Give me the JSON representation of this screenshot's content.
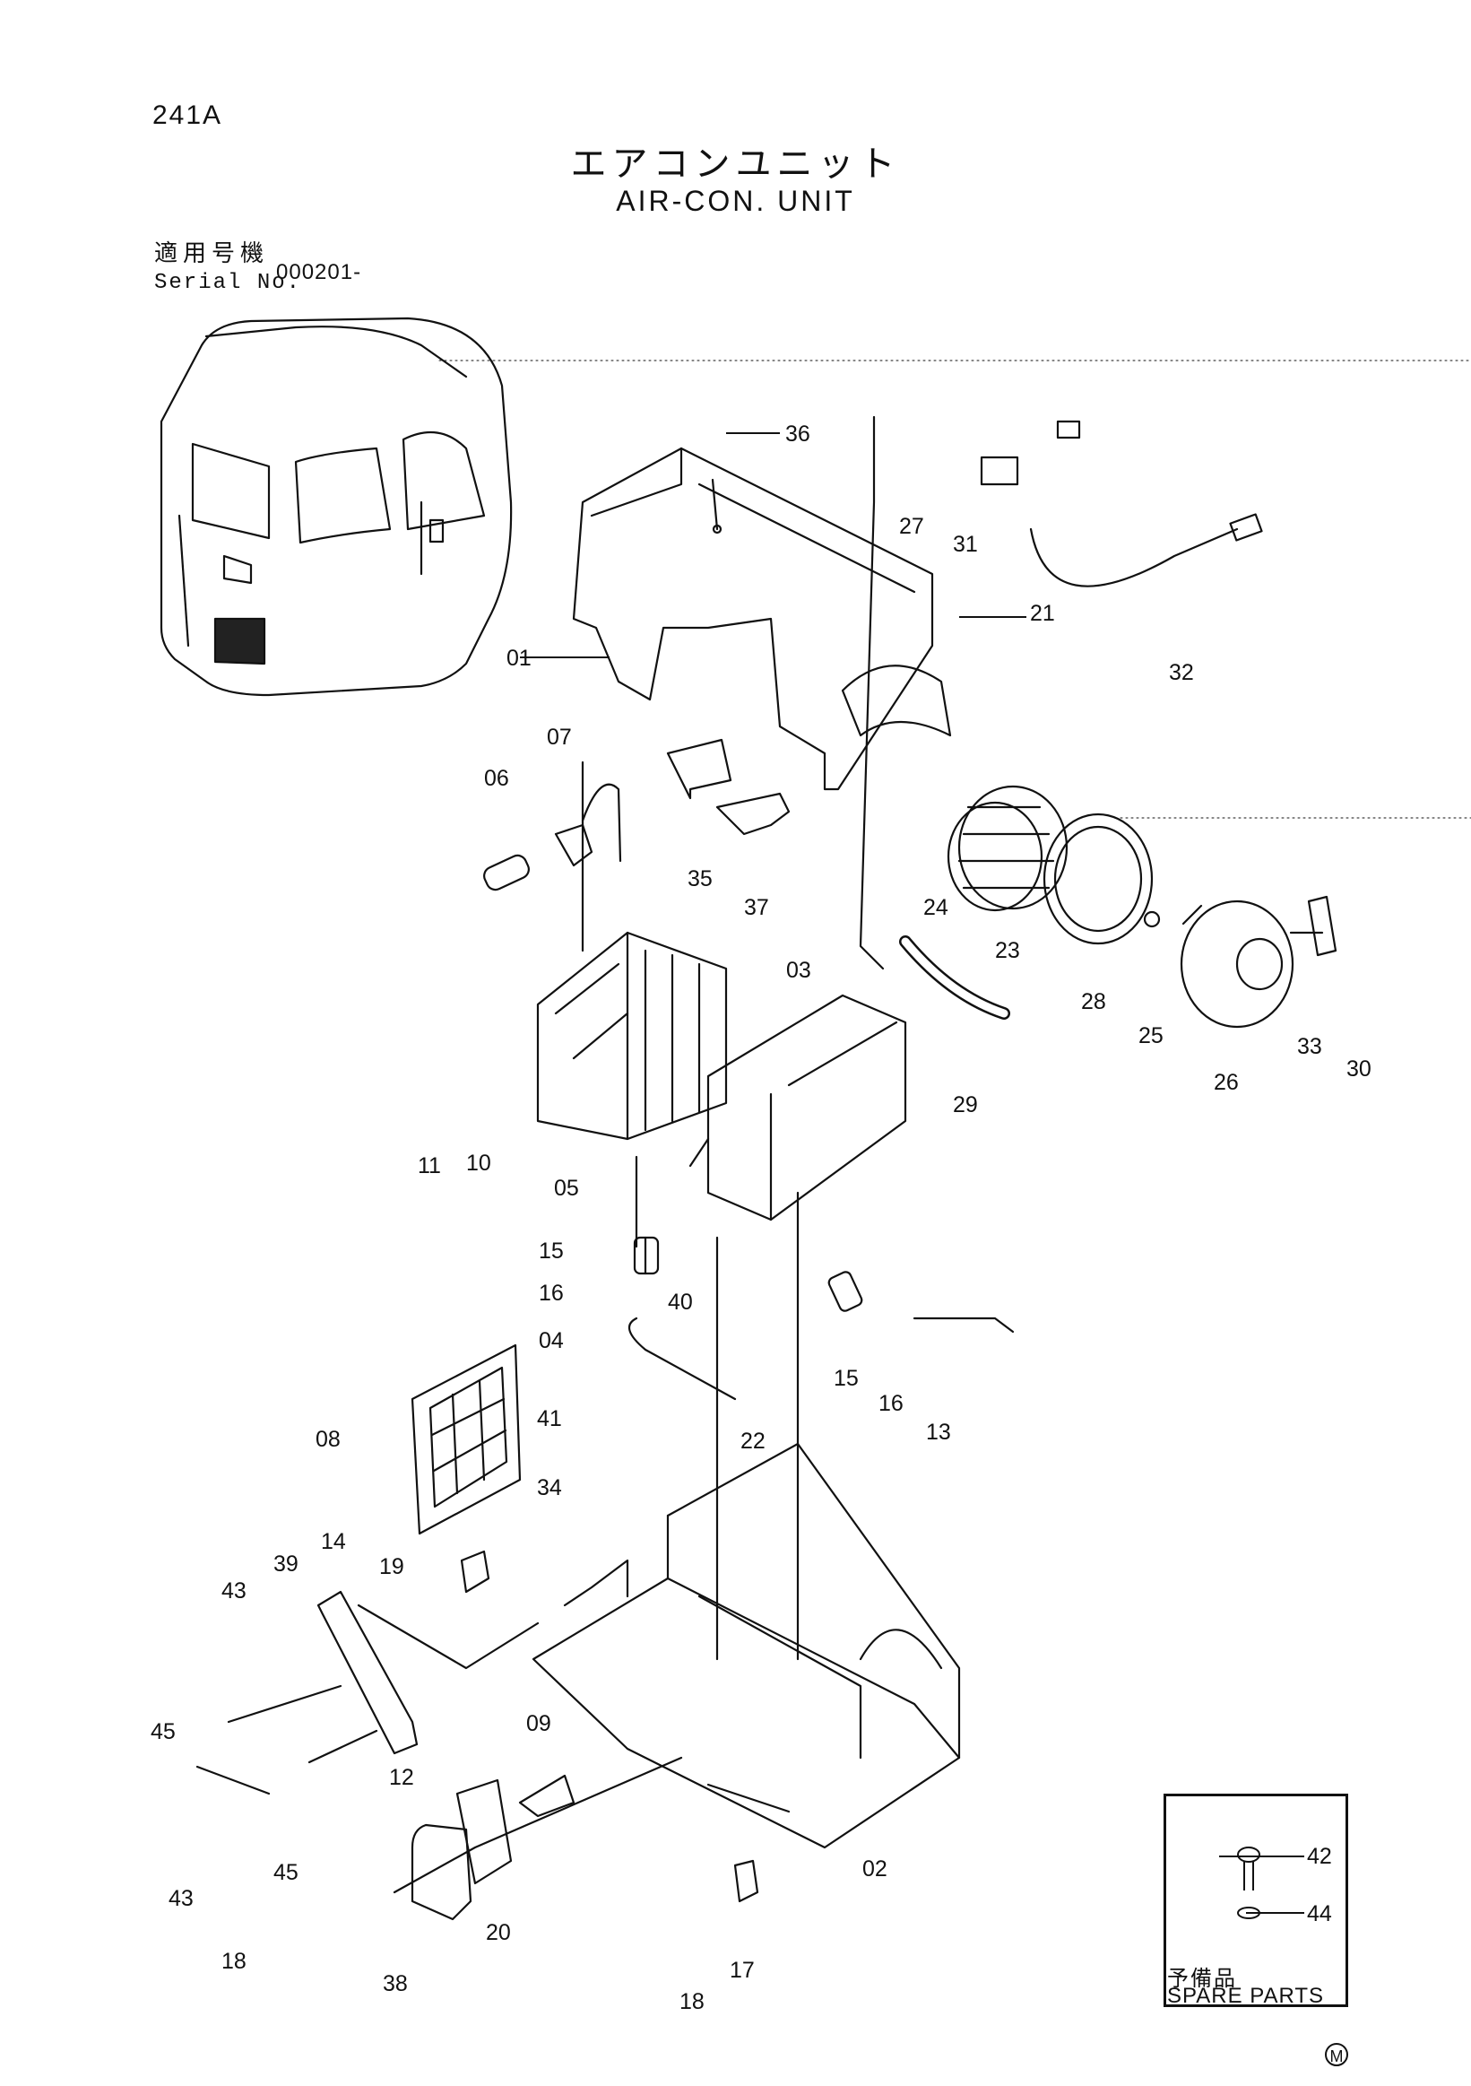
{
  "page_code": "241A",
  "title_jp": "エアコンユニット",
  "title_en": "AIR-CON. UNIT",
  "serial": {
    "label_jp": "適用号機",
    "label_en": "Serial No.",
    "value": "000201-"
  },
  "callouts": [
    "36",
    "27",
    "31",
    "21",
    "32",
    "01",
    "07",
    "06",
    "35",
    "37",
    "24",
    "23",
    "28",
    "25",
    "26",
    "33",
    "30",
    "29",
    "03",
    "11",
    "10",
    "05",
    "15",
    "16",
    "40",
    "04",
    "15",
    "16",
    "13",
    "08",
    "41",
    "22",
    "34",
    "19",
    "14",
    "39",
    "43",
    "45",
    "45",
    "43",
    "12",
    "09",
    "20",
    "02",
    "38",
    "18",
    "18",
    "17",
    "42",
    "44"
  ],
  "spare_parts": {
    "label_jp": "予備品",
    "label_en": "SPARE PARTS"
  },
  "mark": "M"
}
